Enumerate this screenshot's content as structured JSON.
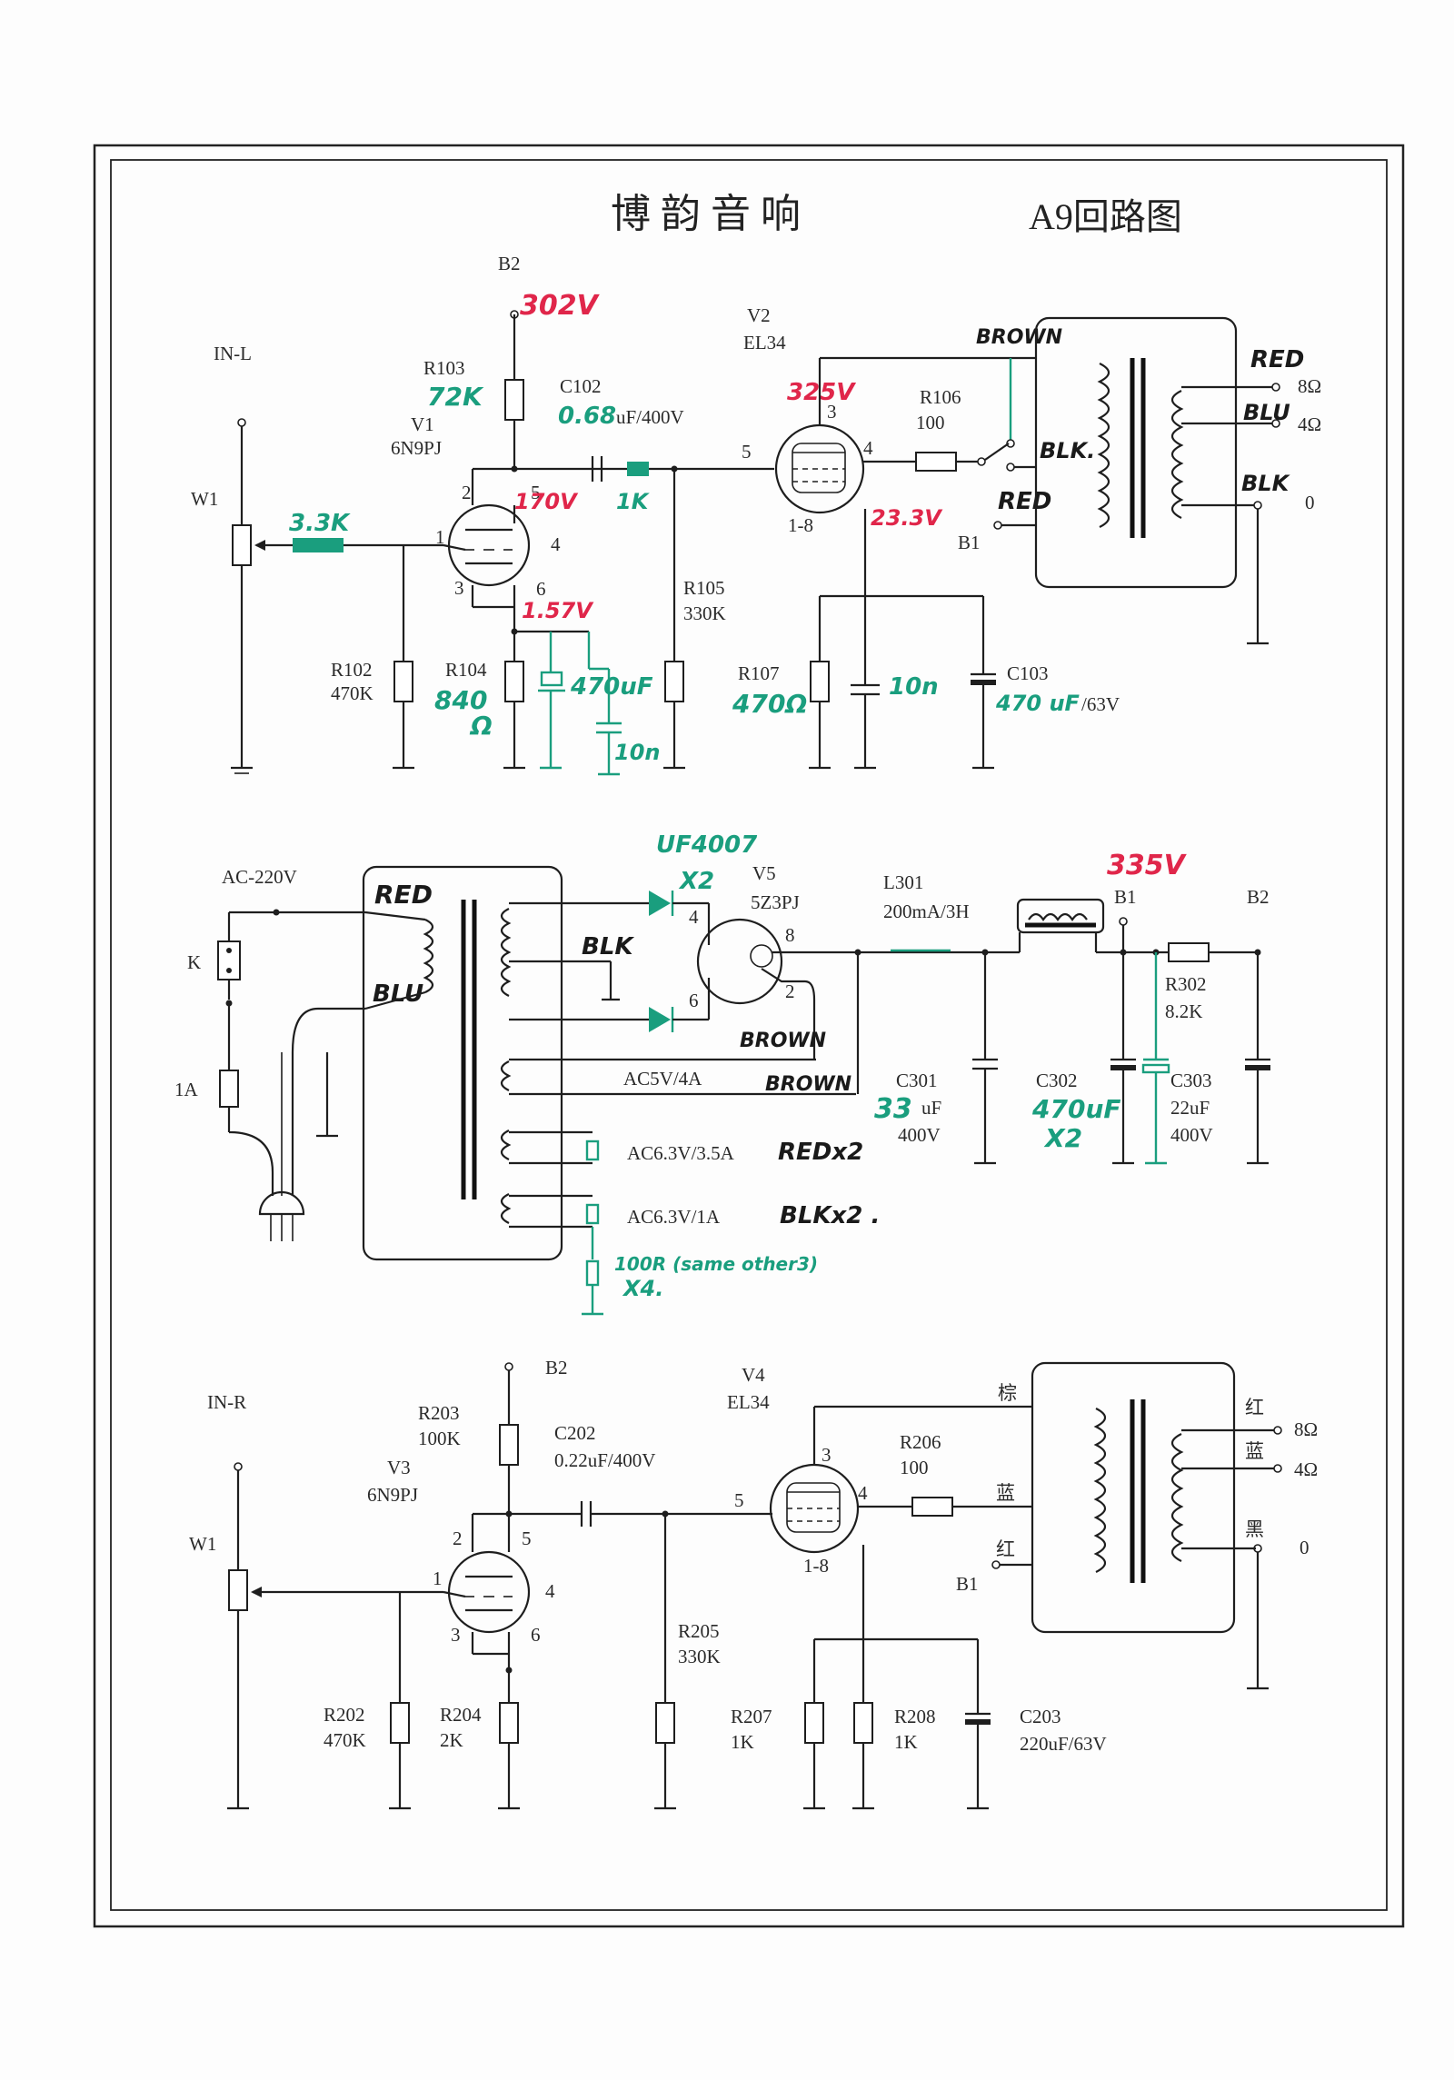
{
  "title": {
    "brand": "博 韵 音 响",
    "model": "A9回路图"
  },
  "left_channel": {
    "input": "IN-L",
    "pot": "W1",
    "b2_label": "B2",
    "b2_voltage": "302V",
    "r103": {
      "ref": "R103",
      "value": "72K"
    },
    "c102": {
      "ref": "C102",
      "value": "0.68",
      "rating": "uF/400V"
    },
    "v1": {
      "ref": "V1",
      "type": "6N9PJ"
    },
    "v2": {
      "ref": "V2",
      "type": "EL34"
    },
    "v2_plate_voltage": "325V",
    "r106": {
      "ref": "R106",
      "value": "100"
    },
    "wire_brown": "BROWN",
    "wire_blk": "BLK.",
    "wire_red": "RED",
    "grid_resistor": "3.3K",
    "plate_voltage": "170V",
    "grid_stopper": "1K",
    "cathode_voltage": "1.57V",
    "v2_cathode_voltage": "23.3V",
    "pin_1_8": "1-8",
    "b1": "B1",
    "r105": {
      "ref": "R105",
      "value": "330K"
    },
    "r102": {
      "ref": "R102",
      "value": "470K"
    },
    "r104": {
      "ref": "R104",
      "value_a": "840",
      "value_b": "Ω"
    },
    "cathode_cap": "470uF",
    "cathode_bypass": "10n",
    "r107": {
      "ref": "R107",
      "value": "470Ω"
    },
    "v2_bypass": "10n",
    "c103": {
      "ref": "C103",
      "value": "470 uF",
      "rating": "/63V"
    },
    "ot_red": "RED",
    "ot_blu": "BLU",
    "ot_blk": "BLK",
    "tap_8": "8Ω",
    "tap_4": "4Ω",
    "tap_0": "0",
    "pins": {
      "p1": "1",
      "p2": "2",
      "p3": "3",
      "p4": "4",
      "p5": "5",
      "p6": "6",
      "v2p3": "3",
      "v2p4": "4",
      "v2p5": "5"
    }
  },
  "power_supply": {
    "mains": "AC-220V",
    "switch": "K",
    "fuse": "1A",
    "pt_red": "RED",
    "pt_blu": "BLU",
    "diode_type": "UF4007",
    "diode_qty": "X2",
    "v5": {
      "ref": "V5",
      "type": "5Z3PJ"
    },
    "blk": "BLK",
    "brown_a": "BROWN",
    "brown_b": "BROWN",
    "heater_5v": "AC5V/4A",
    "heater_a": "AC6.3V/3.5A",
    "heater_a_note": "REDx2",
    "heater_b": "AC6.3V/1A",
    "heater_b_note": "BLKx2 .",
    "balance_note": "100R (same other3)",
    "balance_qty": "X4.",
    "l301": {
      "ref": "L301",
      "value": "200mA/3H"
    },
    "b1_voltage": "335V",
    "b1": "B1",
    "b2": "B2",
    "r302": {
      "ref": "R302",
      "value": "8.2K"
    },
    "c301": {
      "ref": "C301",
      "value": "33",
      "unit": "uF",
      "rating": "400V"
    },
    "c302": {
      "ref": "C302",
      "value": "470uF",
      "qty": "X2"
    },
    "c303": {
      "ref": "C303",
      "value": "22uF",
      "rating": "400V"
    },
    "pins": {
      "d4": "4",
      "d6": "6",
      "v5p8": "8",
      "v5p2": "2"
    }
  },
  "right_channel": {
    "input": "IN-R",
    "pot": "W1",
    "b2_label": "B2",
    "r203": {
      "ref": "R203",
      "value": "100K"
    },
    "c202": {
      "ref": "C202",
      "value": "0.22uF/400V"
    },
    "v3": {
      "ref": "V3",
      "type": "6N9PJ"
    },
    "v4": {
      "ref": "V4",
      "type": "EL34"
    },
    "r206": {
      "ref": "R206",
      "value": "100"
    },
    "wire_brown": "棕",
    "wire_blue": "蓝",
    "wire_red": "红",
    "ot_red": "红",
    "ot_blue": "蓝",
    "ot_black": "黑",
    "tap_8": "8Ω",
    "tap_4": "4Ω",
    "tap_0": "0",
    "pin_1_8": "1-8",
    "b1": "B1",
    "r205": {
      "ref": "R205",
      "value": "330K"
    },
    "r202": {
      "ref": "R202",
      "value": "470K"
    },
    "r204": {
      "ref": "R204",
      "value": "2K"
    },
    "r207": {
      "ref": "R207",
      "value": "1K"
    },
    "r208": {
      "ref": "R208",
      "value": "1K"
    },
    "c203": {
      "ref": "C203",
      "value": "220uF/63V"
    },
    "pins": {
      "p1": "1",
      "p2": "2",
      "p3": "3",
      "p4": "4",
      "p5": "5",
      "p6": "6",
      "v4p3": "3",
      "v4p4": "4",
      "v4p5": "5"
    }
  },
  "colors": {
    "annotation_red": "#e0264a",
    "annotation_green": "#1a9e7e",
    "ink": "#1e1e1e"
  }
}
